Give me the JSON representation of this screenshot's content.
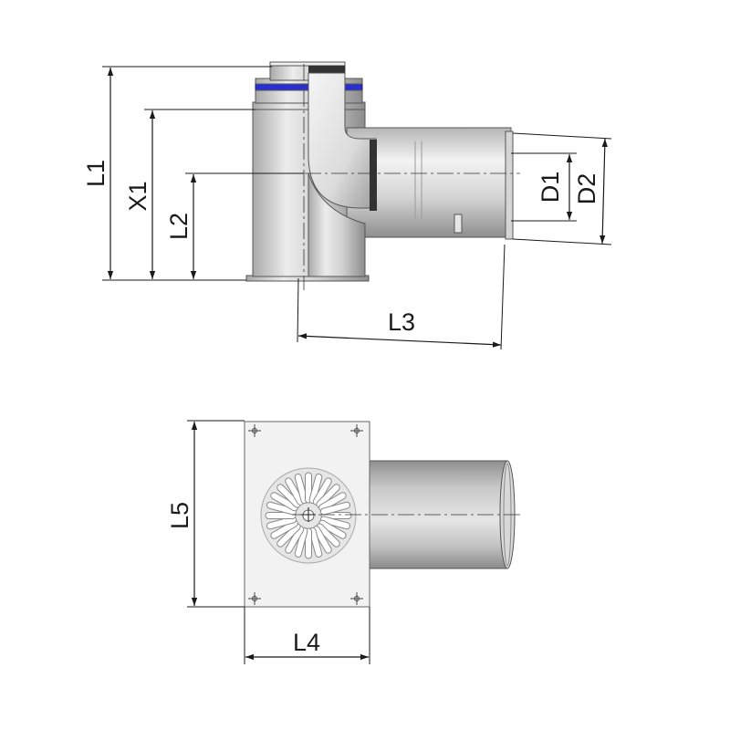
{
  "labels": {
    "l1": "L1",
    "x1": "X1",
    "l2": "L2",
    "l3": "L3",
    "d1": "D1",
    "d2": "D2",
    "l5": "L5",
    "l4": "L4"
  },
  "colors": {
    "seal_blue": "#2a2fd0",
    "steel_light": "#eeeeee",
    "steel_mid": "#c9c9c9",
    "steel_dark": "#8f8f8f",
    "gasket": "#333333"
  }
}
